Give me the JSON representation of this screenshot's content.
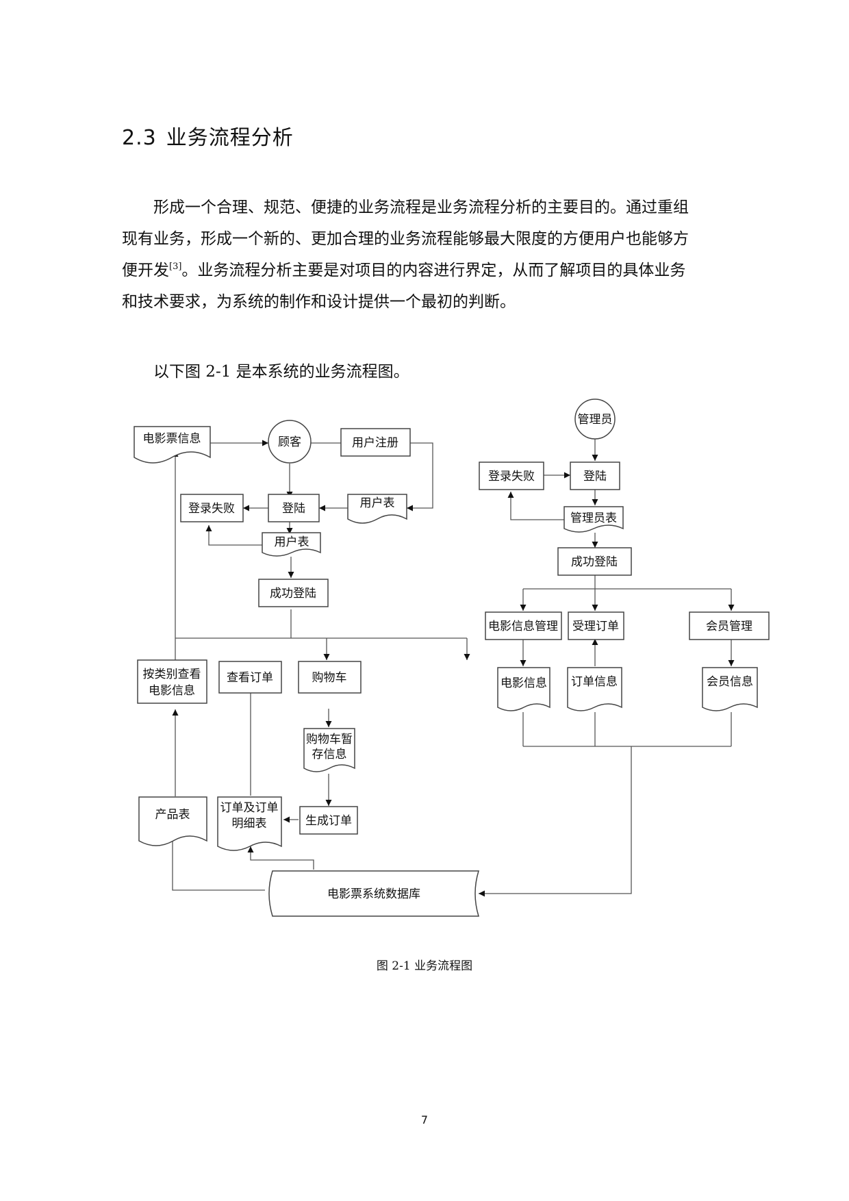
{
  "section": {
    "number": "2.3",
    "title": "业务流程分析"
  },
  "paragraphs": {
    "p1_line1": "形成一个合理、规范、便捷的业务流程是业务流程分析的主要目的。通过重组",
    "p1_line2": "现有业务，形成一个新的、更加合理的业务流程能够最大限度的方便用户也能够方",
    "p1_line3_pre": "便开发",
    "p1_ref": "[3]",
    "p1_line3_post": "。业务流程分析主要是对项目的内容进行界定，从而了解项目的具体业务",
    "p1_line4": "和技术要求，为系统的制作和设计提供一个最初的判断。",
    "p2": "以下图 2-1 是本系统的业务流程图。"
  },
  "diagram": {
    "customer": {
      "movie_ticket_info": "电影票信息",
      "customer": "顾客",
      "register": "用户注册",
      "login_fail": "登录失败",
      "login": "登陆",
      "user_table_right": "用户表",
      "user_table": "用户表",
      "login_success": "成功登陆",
      "browse_line1": "按类别查看",
      "browse_line2": "电影信息",
      "view_orders": "查看订单",
      "cart": "购物车",
      "cart_temp_line1": "购物车暂",
      "cart_temp_line2": "存信息",
      "product_table": "产品表",
      "order_detail_line1": "订单及订单",
      "order_detail_line2": "明细表",
      "generate_order": "生成订单"
    },
    "admin": {
      "admin": "管理员",
      "login_fail": "登录失败",
      "login": "登陆",
      "admin_table": "管理员表",
      "login_success": "成功登陆",
      "movie_info_mgmt": "电影信息管理",
      "accept_order": "受理订单",
      "member_mgmt": "会员管理",
      "movie_info": "电影信息",
      "order_info": "订单信息",
      "member_info": "会员信息"
    },
    "database": "电影票系统数据库"
  },
  "caption": "图 2-1 业务流程图",
  "page_number": "7"
}
